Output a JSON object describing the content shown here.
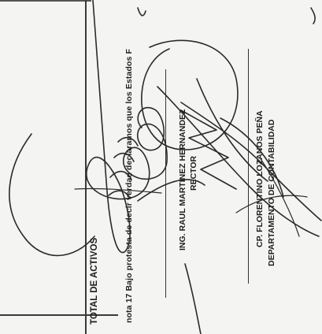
{
  "totals": {
    "label": "TOTAL DE ACTIVOS"
  },
  "note": {
    "text": "nota 17 Bajo protesta de decir verdad declaramos que los Estados F"
  },
  "signatories": [
    {
      "name": "ING. RAUL MARTINEZ HERNANDEZ",
      "title": "RECTOR"
    },
    {
      "name": "CP. FLORENTINO LOZANOS PEÑA",
      "title": "DEPARTAMENTO DE CONTABILIDAD"
    }
  ],
  "colors": {
    "ink": "#1d1d1d",
    "paper": "#f4f4f2",
    "signature_ink": "#2a2a2a"
  }
}
